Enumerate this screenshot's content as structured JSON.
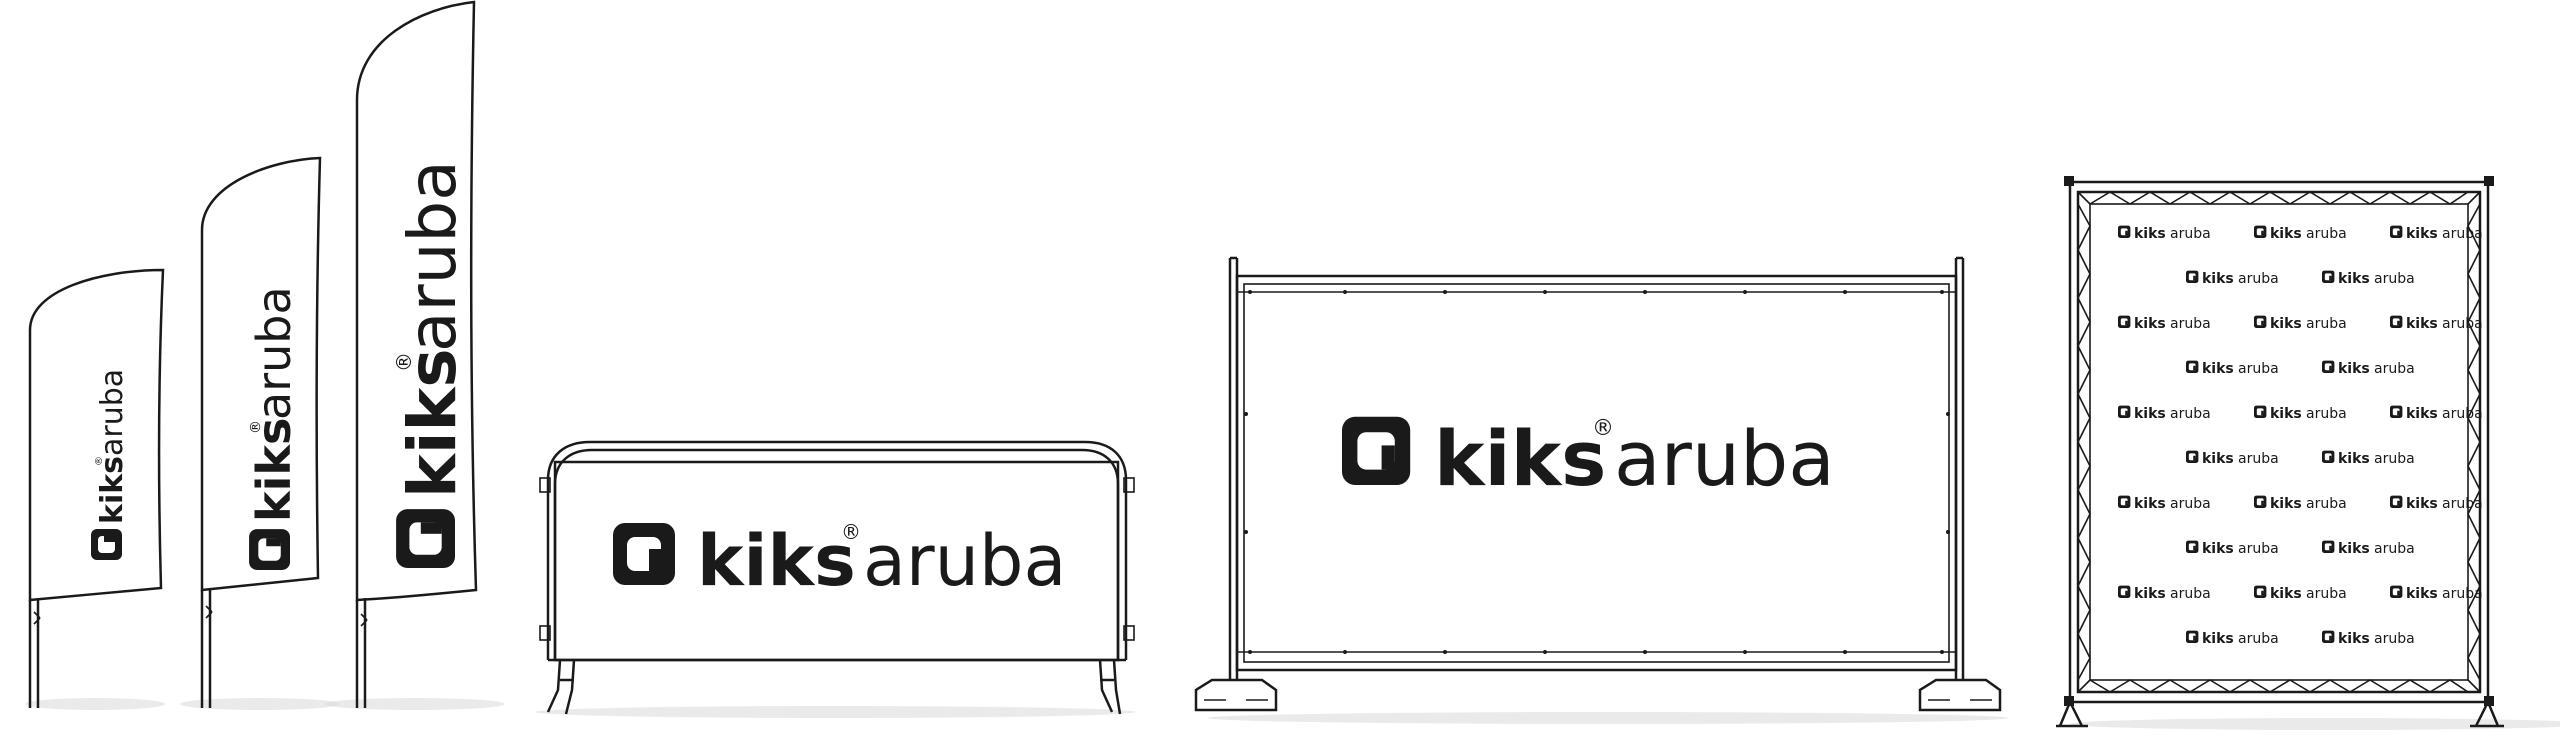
{
  "brand": {
    "mark": "a",
    "name_bold": "kiks",
    "registered": "®",
    "name_light": "aruba"
  },
  "products": [
    {
      "id": "flag-small"
    },
    {
      "id": "flag-medium"
    },
    {
      "id": "flag-large"
    },
    {
      "id": "crowd-barrier"
    },
    {
      "id": "fence-banner"
    },
    {
      "id": "backdrop-wall"
    }
  ],
  "backdrop": {
    "rows": 10
  },
  "colors": {
    "ink": "#1a1a1a",
    "background": "#ffffff",
    "shadow": "#d8d8d8"
  }
}
